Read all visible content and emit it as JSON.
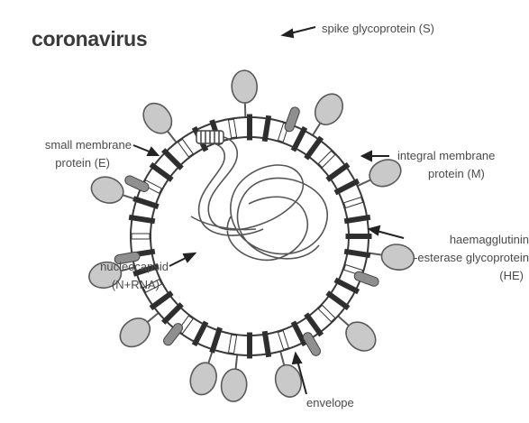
{
  "title": "coronavirus",
  "labels": {
    "spike": "spike glycoprotein (S)",
    "small_membrane_1": "small membrane",
    "small_membrane_2": "protein (E)",
    "integral_membrane_1": "integral membrane",
    "integral_membrane_2": "protein (M)",
    "haemagglutinin_1": "haemagglutinin",
    "haemagglutinin_2": "-esterase glycoprotein",
    "haemagglutinin_3": "(HE)",
    "nucleocapsid_1": "nucleocapsid",
    "nucleocapsid_2": "(N+RNA)",
    "envelope": "envelope"
  },
  "colors": {
    "spike_fill": "#c9c9c9",
    "spike_stroke": "#5a5a5a",
    "membrane_protein": "#2e2e2e",
    "he_protein": "#8f8f8f",
    "envelope_line": "#3a3a3a",
    "text": "#4a4a4a"
  }
}
